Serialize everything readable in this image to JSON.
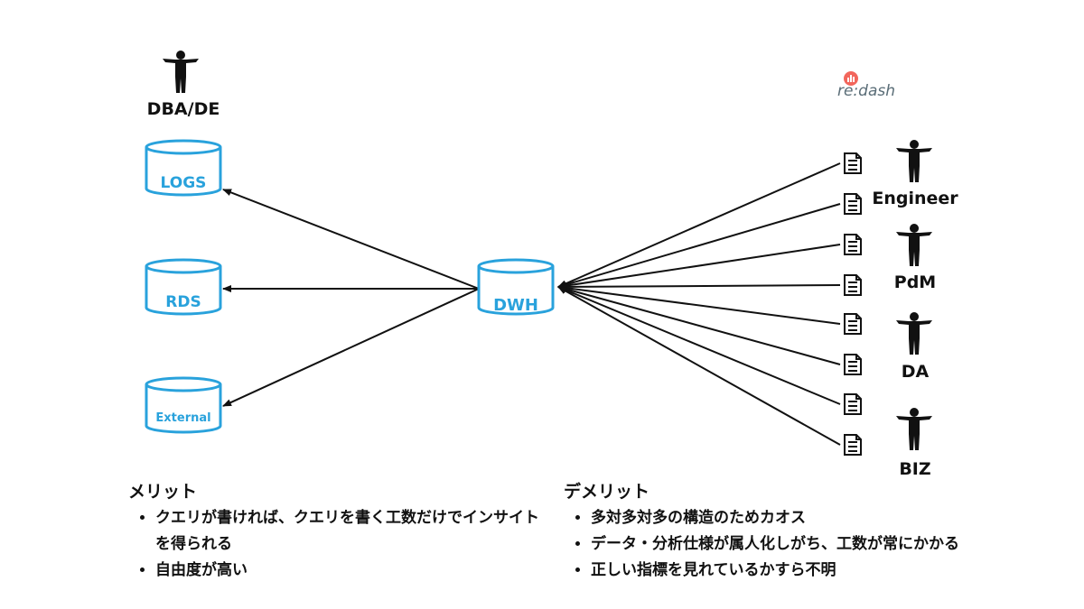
{
  "logo": {
    "text": "re:dash",
    "accent": "#f2665c",
    "text_color": "#5a6d77"
  },
  "dba": {
    "label": "DBA/DE"
  },
  "sources": [
    {
      "label": "LOGS"
    },
    {
      "label": "RDS"
    },
    {
      "label": "External"
    }
  ],
  "dwh": {
    "label": "DWH"
  },
  "queries": {
    "count": 8,
    "icon": "document-icon"
  },
  "users": [
    {
      "label": "Engineer"
    },
    {
      "label": "PdM"
    },
    {
      "label": "DA"
    },
    {
      "label": "BIZ"
    }
  ],
  "colors": {
    "db": "#29a2dc",
    "line": "#111111",
    "text": "#111111"
  },
  "merits": {
    "title": "メリット",
    "items": [
      "クエリが書ければ、クエリを書く工数だけでインサイトを得られる",
      "自由度が高い"
    ]
  },
  "demerits": {
    "title": "デメリット",
    "items": [
      "多対多対多の構造のためカオス",
      "データ・分析仕様が属人化しがち、工数が常にかかる",
      "正しい指標を見れているかすら不明"
    ]
  }
}
